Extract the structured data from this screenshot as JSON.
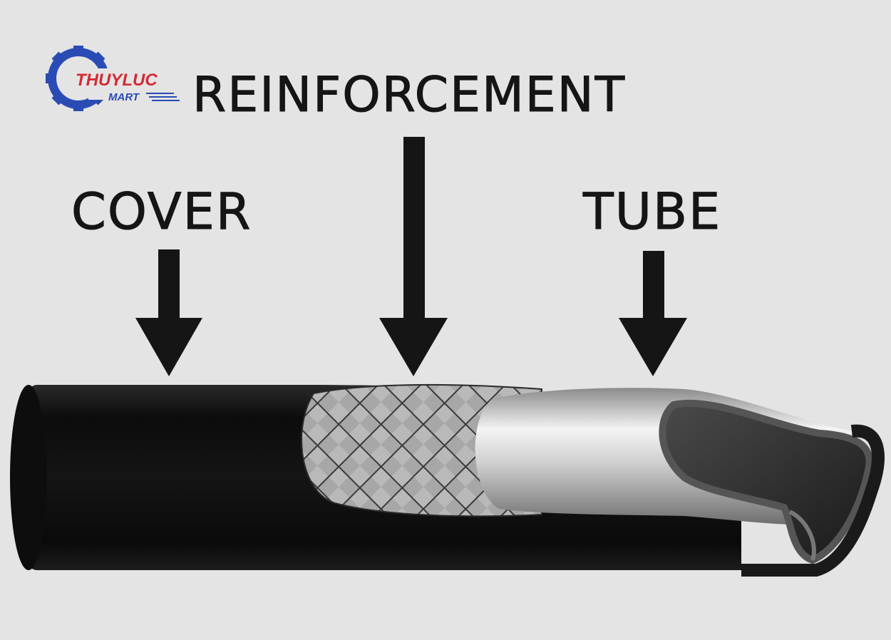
{
  "logo": {
    "word1": "THUYLUC",
    "word2": "MART",
    "primary_color": "#2a4bb4",
    "accent_color": "#d42a35"
  },
  "labels": {
    "reinforcement": "REINFORCEMENT",
    "cover": "COVER",
    "tube": "TUBE"
  },
  "colors": {
    "background": "#e4e4e4",
    "text": "#151515",
    "cover_layer": "#101010",
    "reinforcement_layer": "#a9a9a9",
    "tube_layer": "#d4d4d4"
  }
}
